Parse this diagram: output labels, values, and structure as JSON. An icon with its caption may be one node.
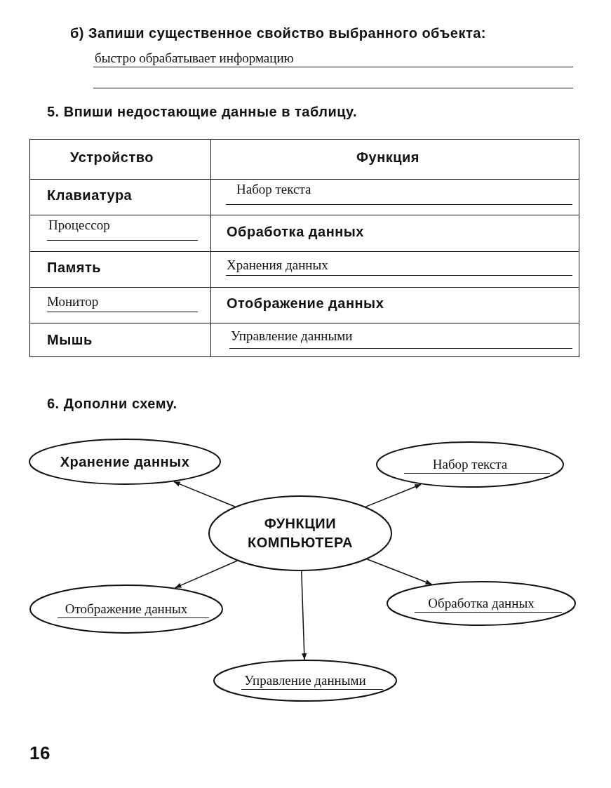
{
  "diagram": {
    "nodes": [
      {
        "text": [
          "Хранение данных"
        ]
      },
      {
        "text": [
          "Набор текста"
        ]
      },
      {
        "text": [
          "ФУНКЦИИ КОМПЬЮТЕРА"
        ]
      },
      {
        "text": [
          "Отображение данных"
        ]
      },
      {
        "text": [
          "Обработка данных"
        ]
      },
      {
        "text": [
          "Управление данными"
        ]
      }
    ],
    "edges": [
      {
        "from": 2,
        "to": 0,
        "arrow": "to"
      },
      {
        "from": 2,
        "to": 1,
        "arrow": "to"
      },
      {
        "from": 2,
        "to": 3,
        "arrow": "to"
      },
      {
        "from": 2,
        "to": 4,
        "arrow": "to"
      },
      {
        "from": 2,
        "to": 5,
        "arrow": "to"
      }
    ],
    "labels": [
      "б) Запиши существенное свойство выбранного объекта:",
      "быстро обрабатывает информацию",
      "5. Впиши недостающие данные в таблицу.",
      "Устройство",
      "Функция",
      "Клавиатура",
      "Набор текста",
      "Процессор",
      "Обработка данных",
      "Память",
      "Хранения данных",
      "Монитор",
      "Отображение данных",
      "Мышь",
      "Управление данными",
      "6. Дополни схему.",
      "16"
    ]
  }
}
